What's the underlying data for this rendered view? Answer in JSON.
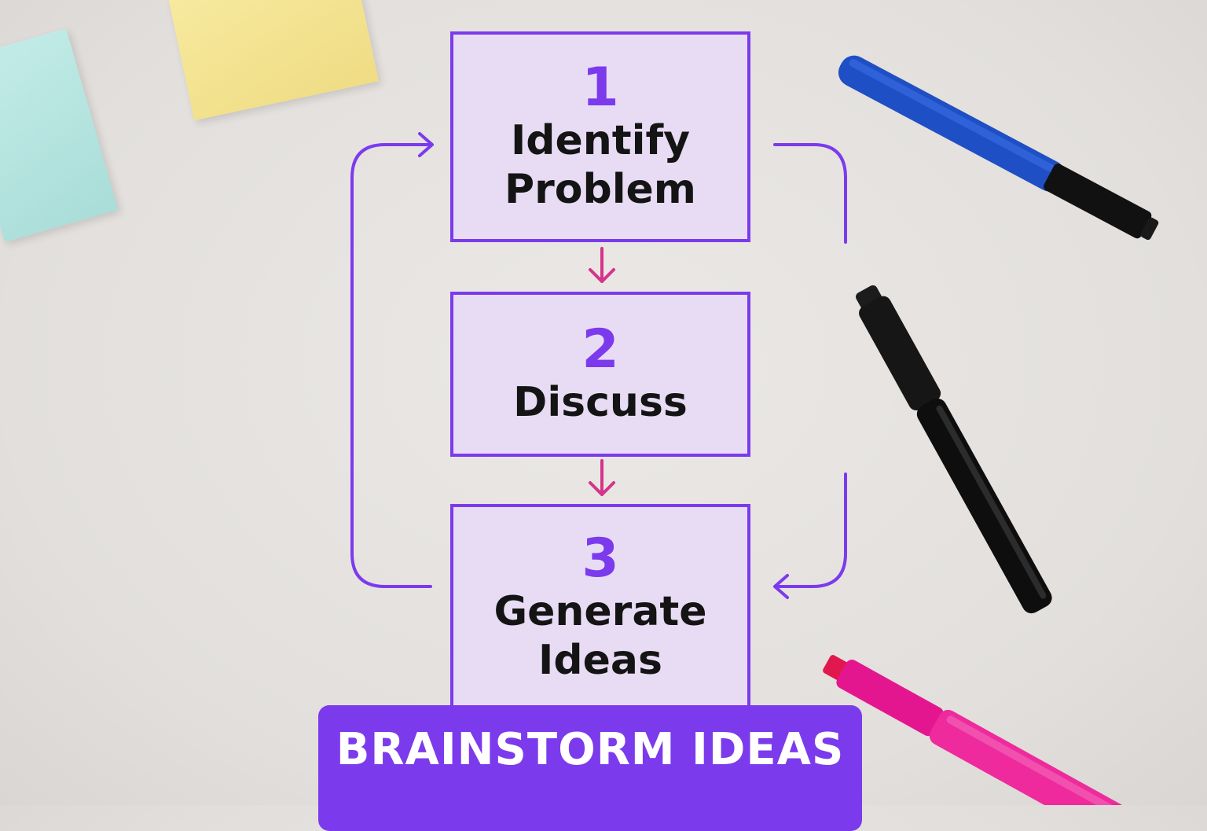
{
  "diagram": {
    "steps": [
      {
        "number": "1",
        "label": "Identify\nProblem"
      },
      {
        "number": "2",
        "label": "Discuss"
      },
      {
        "number": "3",
        "label": "Generate\nIdeas"
      }
    ],
    "banner": "BRAINSTORM IDEAS"
  },
  "colors": {
    "accent": "#7c3aed",
    "box_fill": "#e8dcf4",
    "down_arrow": "#d6338a",
    "banner_text": "#ffffff"
  },
  "decor": {
    "sticky_notes": [
      "light-blue-sticky-note",
      "yellow-sticky-note"
    ],
    "markers": [
      "blue-marker-icon",
      "black-marker-icon",
      "pink-marker-icon"
    ]
  }
}
